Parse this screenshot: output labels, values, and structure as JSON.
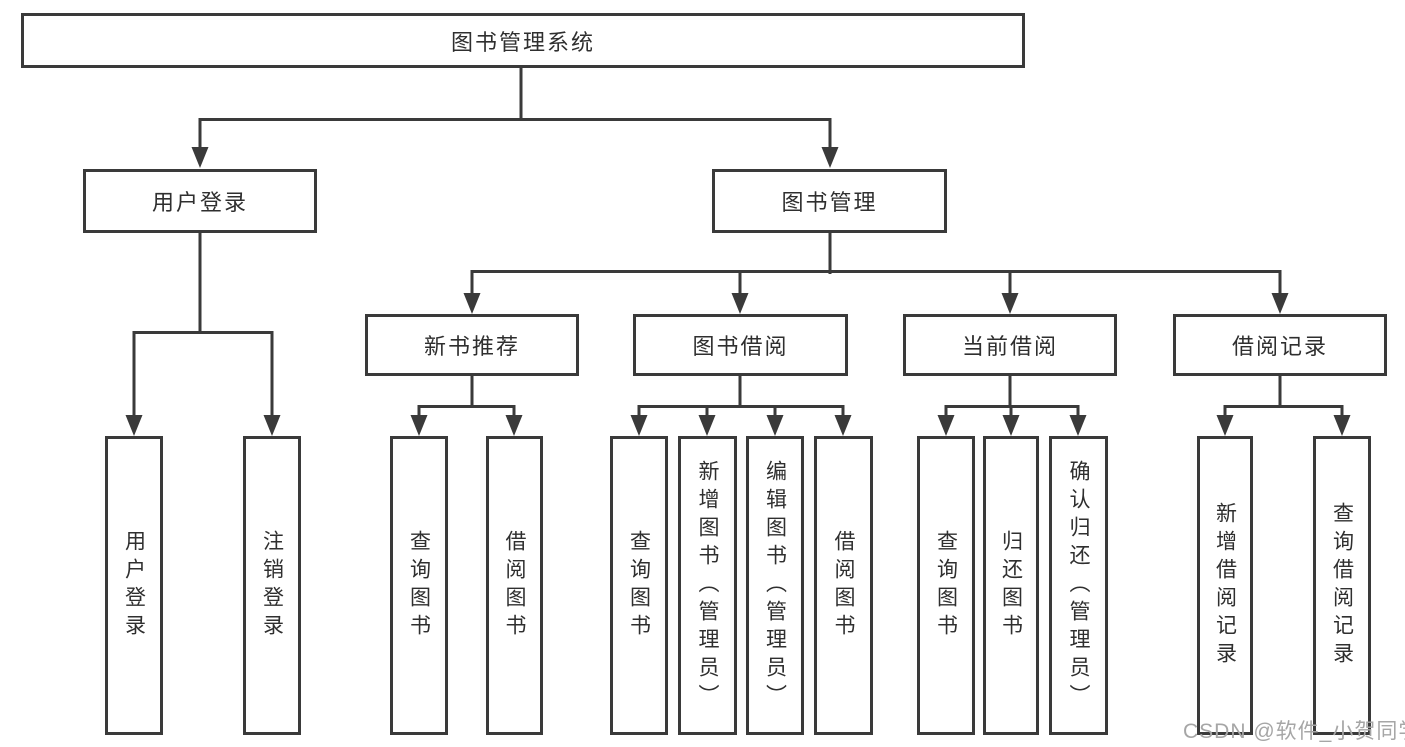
{
  "colors": {
    "line": "#3a3a3a",
    "text": "#2f2f2f",
    "box_bg": "#ffffff",
    "bg": "#ffffff",
    "watermark": "#a6a6a6"
  },
  "nodes": {
    "root": {
      "label": "图书管理系统"
    },
    "user_login": {
      "label": "用户登录"
    },
    "book_mgmt": {
      "label": "图书管理"
    },
    "new_book_rec": {
      "label": "新书推荐"
    },
    "book_borrowing": {
      "label": "图书借阅"
    },
    "current_borrowing": {
      "label": "当前借阅"
    },
    "borrowing_records": {
      "label": "借阅记录"
    },
    "leaves": {
      "user_login": {
        "label": "用户登录"
      },
      "logout": {
        "label": "注销登录"
      },
      "nb_query_books": {
        "label": "查询图书"
      },
      "nb_borrow_books": {
        "label": "借阅图书"
      },
      "bb_query_books": {
        "label": "查询图书"
      },
      "bb_add_books": {
        "label": "新增图书（管理员）"
      },
      "bb_edit_books": {
        "label": "编辑图书（管理员）"
      },
      "bb_borrow_books": {
        "label": "借阅图书"
      },
      "cb_query_books": {
        "label": "查询图书"
      },
      "cb_return_books": {
        "label": "归还图书"
      },
      "cb_confirm_return": {
        "label": "确认归还（管理员）"
      },
      "br_add_record": {
        "label": "新增借阅记录"
      },
      "br_query_record": {
        "label": "查询借阅记录"
      }
    }
  },
  "watermark": {
    "text": "CSDN @软件_小贺同学"
  }
}
